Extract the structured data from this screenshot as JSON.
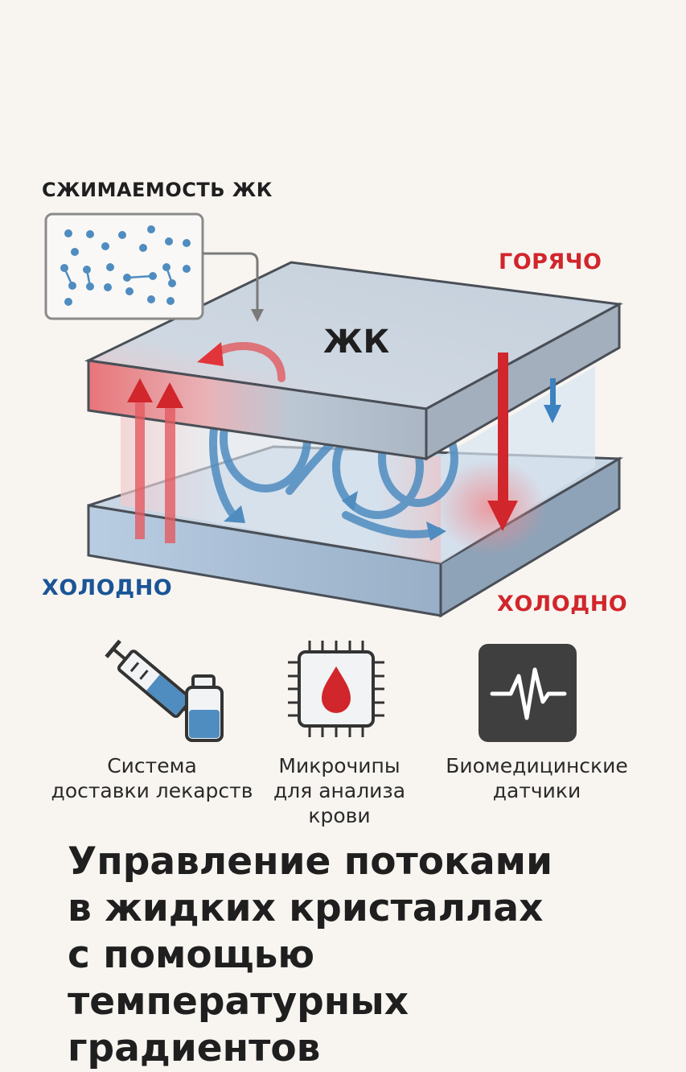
{
  "diagram": {
    "compress_label": "СЖИМАЕМОСТЬ ЖК",
    "hot_label": "ГОРЯЧО",
    "cold_left_label": "ХОЛОДНО",
    "cold_right_label": "ХОЛОДНО",
    "lc_label": "ЖК"
  },
  "applications": [
    {
      "icon": "syringe-vial-icon",
      "caption": "Система\nдоставки лекарств"
    },
    {
      "icon": "blood-chip-icon",
      "caption": "Микрочипы\nдля анализа\nкрови"
    },
    {
      "icon": "pulse-sensor-icon",
      "caption": "Биомедицинские\nдатчики"
    }
  ],
  "title": "Управление потоками\nв жидких кристаллах\nс помощью температурных\nградиентов",
  "colors": {
    "hot": "#d1262c",
    "cold": "#1a5596",
    "flow": "#4f8cc0",
    "plate": "#c7d2de"
  }
}
